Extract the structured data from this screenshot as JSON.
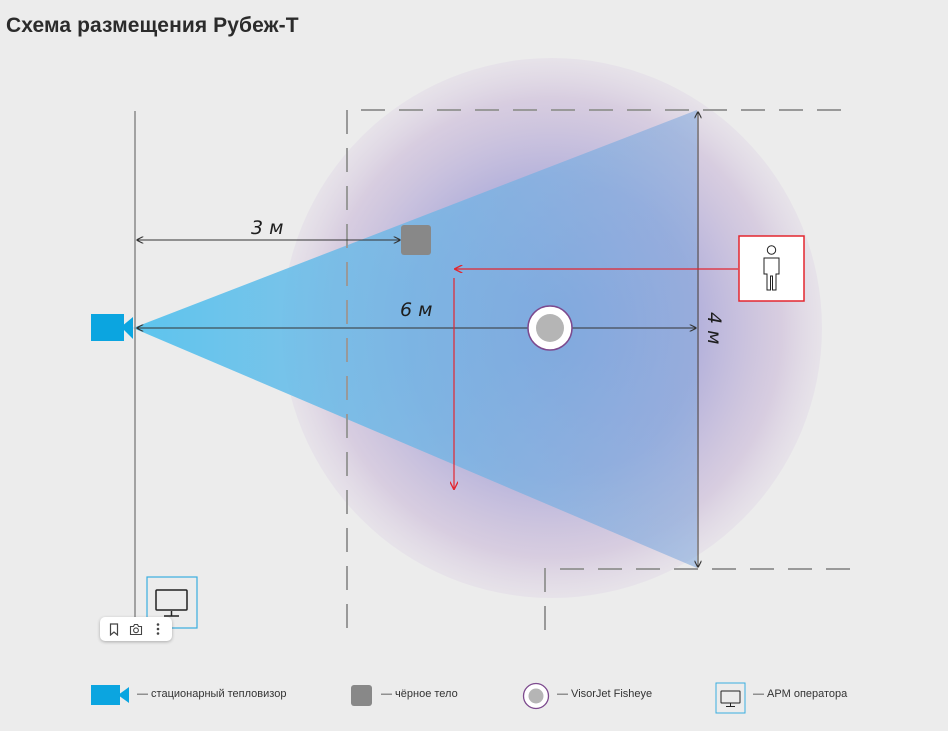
{
  "page": {
    "title": "Схема размещения Рубеж-Т"
  },
  "diagram": {
    "labels": {
      "distance_blackbody": "3 м",
      "distance_total": "6 м",
      "zone_width": "4 м"
    },
    "colors": {
      "camera": "#0ba5e0",
      "blackbody": "#888888",
      "fov_cone": "#4fb6e0",
      "coverage_circle": "#b9a3cc",
      "fisheye_border": "#7d4a8e",
      "route_arrow": "#e3262f",
      "person_frame": "#e3262f",
      "monitor_frame": "#3aaee0",
      "line": "#555555"
    },
    "icons": {
      "camera": "video-camera-icon",
      "blackbody": "blackbody-square-icon",
      "fisheye": "fisheye-camera-icon",
      "person": "person-icon",
      "monitor": "monitor-icon"
    }
  },
  "legend": {
    "items": [
      {
        "icon": "video-camera-icon",
        "label": "— стационарный тепловизор"
      },
      {
        "icon": "blackbody-square-icon",
        "label": "— чёрное тело"
      },
      {
        "icon": "fisheye-camera-icon",
        "label": "— VisorJet Fisheye"
      },
      {
        "icon": "monitor-icon",
        "label": "— АРМ оператора"
      }
    ]
  },
  "toolbar": {
    "icons": [
      "bookmark-icon",
      "camera-capture-icon",
      "more-vertical-icon"
    ]
  }
}
